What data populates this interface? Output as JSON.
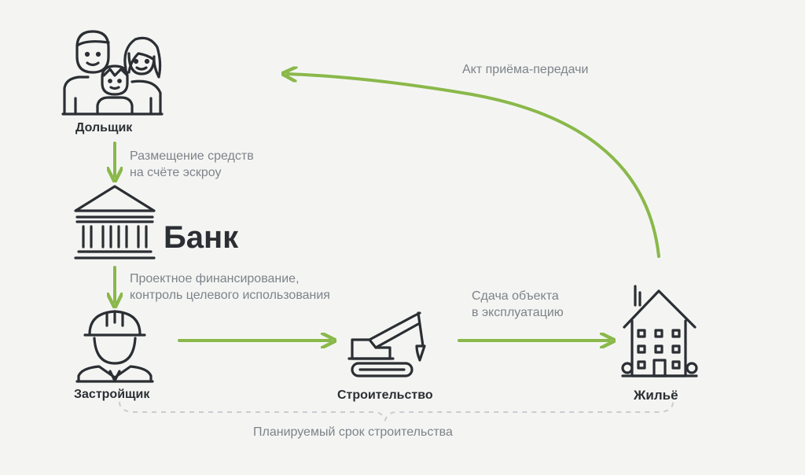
{
  "nodes": {
    "investor": "Дольщик",
    "bank": "Банк",
    "developer": "Застройщик",
    "construction": "Строительство",
    "housing": "Жильё"
  },
  "flows": {
    "investor_to_bank": "Размещение средств\nна счёте эскроу",
    "bank_to_developer": "Проектное финансирование,\nконтроль целевого использования",
    "construction_to_housing": "Сдача объекта\nв эксплуатацию",
    "housing_to_investor": "Акт приёма-передачи",
    "timeline": "Планируемый срок строительства"
  },
  "colors": {
    "arrow": "#8ab84a",
    "icon": "#2b2f33",
    "caption": "#7d8389",
    "dashed": "#c9cdd0"
  },
  "icons": [
    "family-icon",
    "bank-building-icon",
    "builder-helmet-icon",
    "excavator-icon",
    "house-icon"
  ]
}
